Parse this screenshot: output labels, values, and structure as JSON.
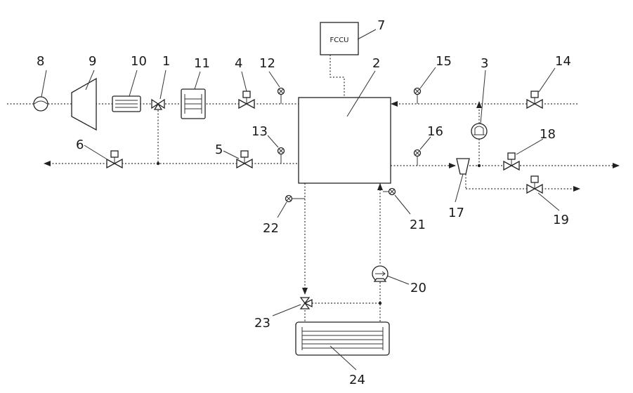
{
  "controller_label": "FCCU",
  "labels": {
    "n1": "1",
    "n2": "2",
    "n3": "3",
    "n4": "4",
    "n5": "5",
    "n6": "6",
    "n7": "7",
    "n8": "8",
    "n9": "9",
    "n10": "10",
    "n11": "11",
    "n12": "12",
    "n13": "13",
    "n14": "14",
    "n15": "15",
    "n16": "16",
    "n17": "17",
    "n18": "18",
    "n19": "19",
    "n20": "20",
    "n21": "21",
    "n22": "22",
    "n23": "23",
    "n24": "24"
  }
}
